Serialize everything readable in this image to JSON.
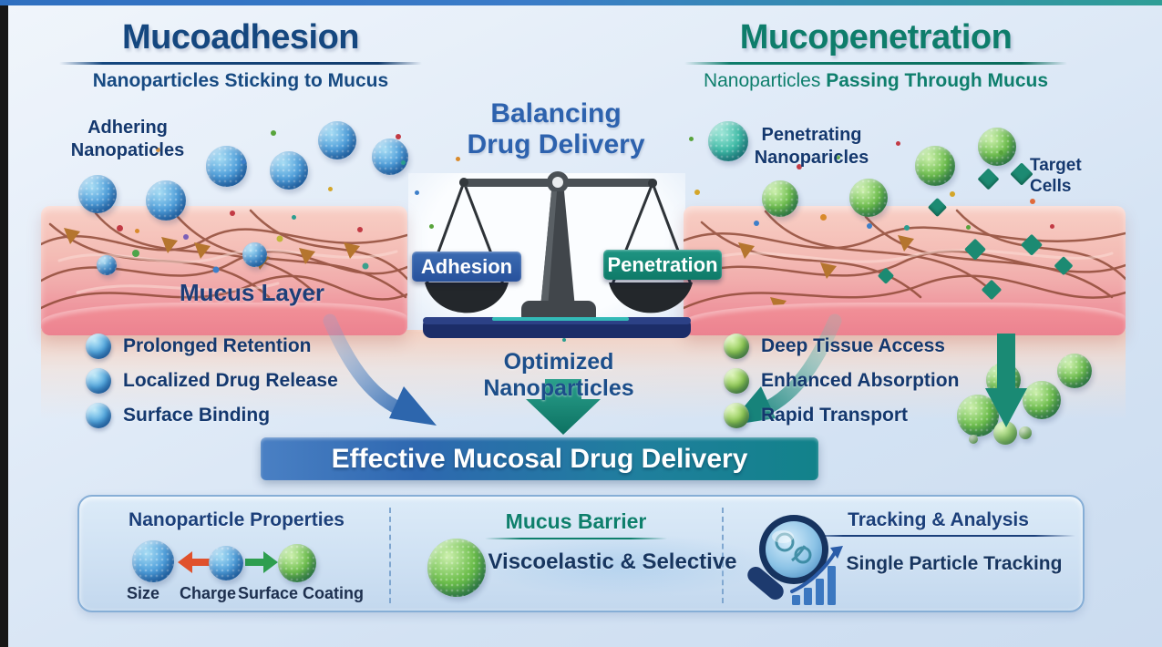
{
  "header": {
    "left": {
      "title": "Mucoadhesion",
      "subtitle": "Nanoparticles Sticking to Mucus"
    },
    "right": {
      "title": "Mucopenetration",
      "subtitle_plain": "Nanoparticles ",
      "subtitle_bold": "Passing Through Mucus"
    },
    "center": {
      "line1": "Balancing",
      "line2": "Drug Delivery"
    }
  },
  "scene": {
    "left": {
      "label_line1": "Adhering",
      "label_line2": "Nanopaticles",
      "mucus_label": "Mucus Layer",
      "benefits": [
        "Prolonged Retention",
        "Localized Drug Release",
        "Surface Binding"
      ]
    },
    "right": {
      "label_line1": "Penetrating",
      "label_line2": "Nanoparicles",
      "target_line1": "Target",
      "target_line2": "Cells",
      "benefits": [
        "Deep Tissue Access",
        "Enhanced Absorption",
        "Rapid Transport"
      ]
    },
    "scale": {
      "left_pan": "Adhesion",
      "right_pan": "Penetration"
    },
    "outcome": {
      "optimized": "Optimized Nanoparticles",
      "banner": "Effective Mucosal Drug Delivery"
    }
  },
  "bottom_panel": {
    "sections": [
      {
        "title": "Nanoparticle Properties",
        "labels": [
          "Size",
          "Charge",
          "Surface Coating"
        ]
      },
      {
        "title": "Mucus Barrier",
        "description": "Viscoelastic & Selective"
      },
      {
        "title": "Tracking & Analysis",
        "description": "Single Particle Tracking"
      }
    ]
  },
  "icons": {
    "balance_scale": "balance-scale-icon",
    "magnifier": "magnifier-icon",
    "bar_chart": "bar-chart-icon"
  },
  "colors": {
    "accent_blue": "#2d62ae",
    "accent_teal": "#0f7f6d",
    "navy_text": "#14386e",
    "chip_blue": "#27519c",
    "chip_teal": "#0e7a68",
    "banner_gradient_start": "#3b72bc",
    "banner_gradient_end": "#12828a",
    "mucus_pink": "#f1abab",
    "particle_blue": "#2f7fc4",
    "particle_green": "#4ba23f"
  }
}
